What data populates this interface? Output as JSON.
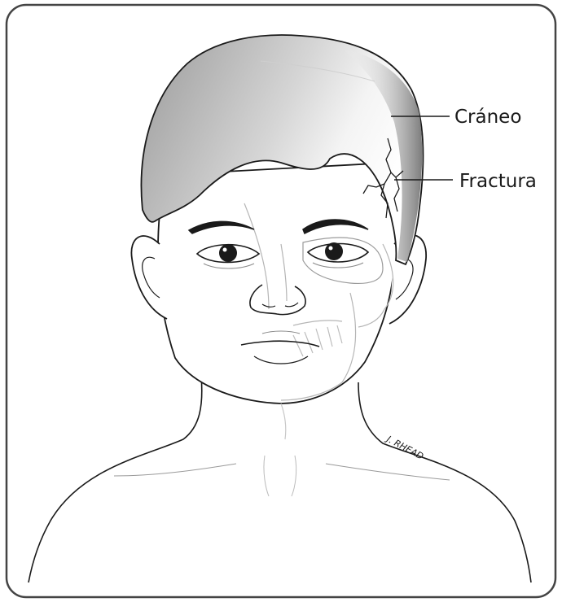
{
  "labels": {
    "skull": "Cráneo",
    "fracture": "Fractura"
  },
  "signature": "J. RHEAD",
  "colors": {
    "frame": "#444444",
    "line": "#1a1a1a",
    "hair_light": "#f7f7f7",
    "hair_dark": "#8a8a8a"
  }
}
